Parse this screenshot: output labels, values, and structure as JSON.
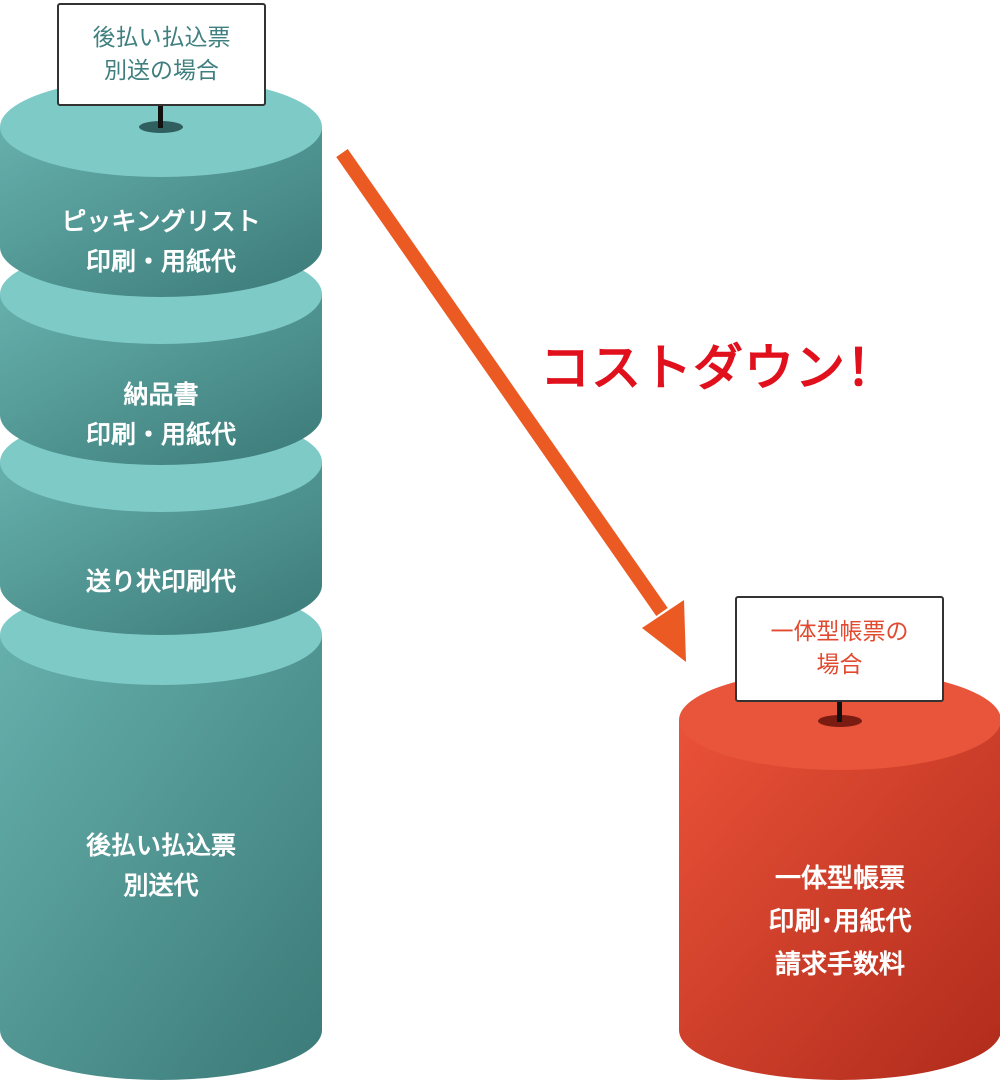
{
  "left_stack": {
    "sign_lines": [
      "後払い払込票",
      "別送の場合"
    ],
    "segments": [
      {
        "lines": [
          "ピッキングリスト",
          "印刷・用紙代"
        ]
      },
      {
        "lines": [
          "納品書",
          "印刷・用紙代"
        ]
      },
      {
        "lines": [
          "送り状印刷代"
        ]
      },
      {
        "lines": [
          "後払い払込票",
          "別送代"
        ]
      }
    ]
  },
  "right_stack": {
    "sign_lines": [
      "一体型帳票の",
      "場合"
    ],
    "lines": [
      "一体型帳票",
      "印刷･用紙代",
      "請求手数料"
    ]
  },
  "arrow_label": "コストダウン！",
  "colors": {
    "teal_top": "#7ecac7",
    "teal_body_light": "#5ea7a3",
    "teal_body_dark": "#3e7f7d",
    "red_top": "#e8553a",
    "red_body_light": "#e44d33",
    "red_body_dark": "#b52d1d",
    "arrow": "#ec5a23",
    "headline": "#e0101c"
  }
}
